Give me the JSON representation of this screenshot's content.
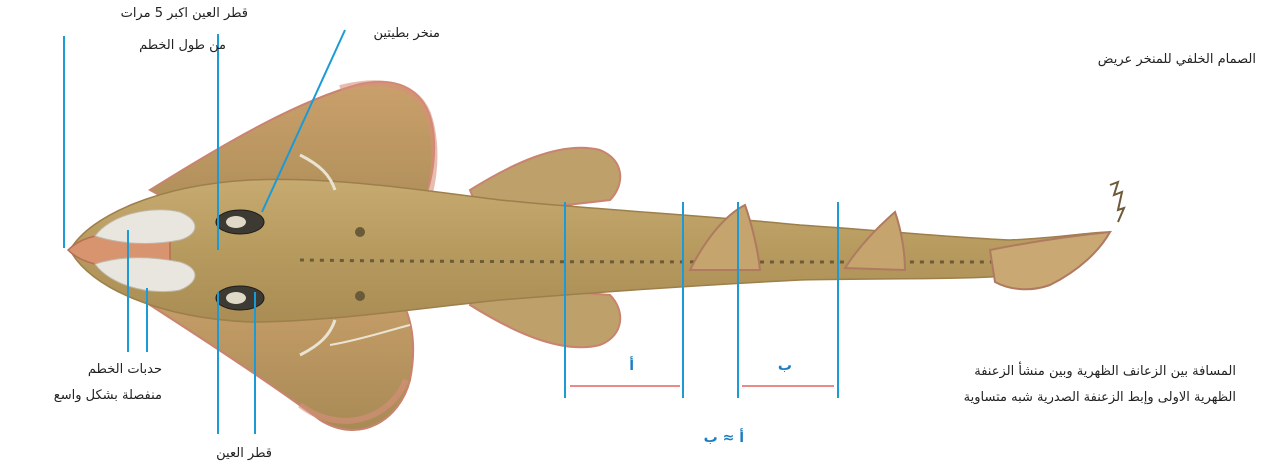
{
  "labels": {
    "eye_width": [
      "قطر العين اكبر 5 مرات",
      "من طول الخطم"
    ],
    "nostril": "منخر بطيتين",
    "valve": "الصمام الخلفي للمنخر عريض",
    "ridges": [
      "حدبات الخطم",
      "منفصلة بشكل واسع"
    ],
    "eye_diameter": "قطر العين",
    "distance": [
      "المسافة بين الزعانف الظهرية وبين منشأ الزعنفة",
      "الظهرية الاولى وإبط الزعنفة الصدرية شبه متساوية"
    ],
    "segment_a": "أ",
    "segment_b": "ب",
    "formula": "أ ≈ ب"
  },
  "colors": {
    "pointer": "#1b9ad6",
    "segment": "#e8898a",
    "body": "#b79a5c",
    "fin_edge": "#c9836f"
  },
  "icons": {
    "fish": "angel-shark-illustration"
  }
}
